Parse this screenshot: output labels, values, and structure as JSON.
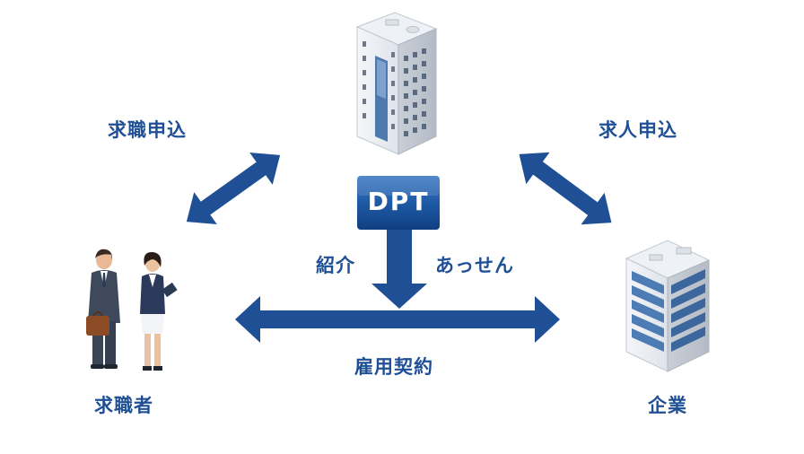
{
  "labels": {
    "apply_job": "求職申込",
    "apply_recruit": "求人申込",
    "introduce": "紹介",
    "mediate": "あっせん",
    "employment": "雇用契約",
    "job_seeker": "求職者",
    "company": "企業"
  },
  "agency_badge": "DPT",
  "colors": {
    "accent": "#1f4f95",
    "badge": "#1f5aa6"
  }
}
